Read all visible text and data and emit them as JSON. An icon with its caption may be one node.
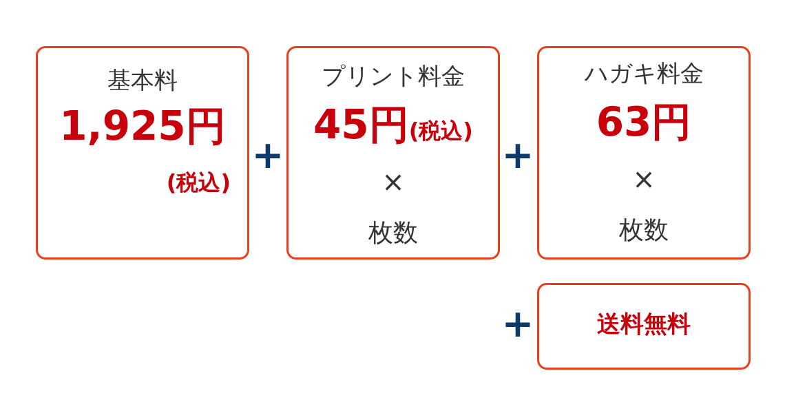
{
  "diagram": {
    "nodes": [
      {
        "text": [
          "基本料",
          "1,925円",
          "(税込)"
        ]
      },
      {
        "text": [
          "プリント料金",
          "45円",
          "(税込)",
          "×",
          "枚数"
        ]
      },
      {
        "text": [
          "ハガキ料金",
          "63円",
          "×",
          "枚数"
        ]
      },
      {
        "text": [
          "送料無料"
        ]
      }
    ],
    "labels": [
      "+",
      "+",
      "+"
    ]
  }
}
